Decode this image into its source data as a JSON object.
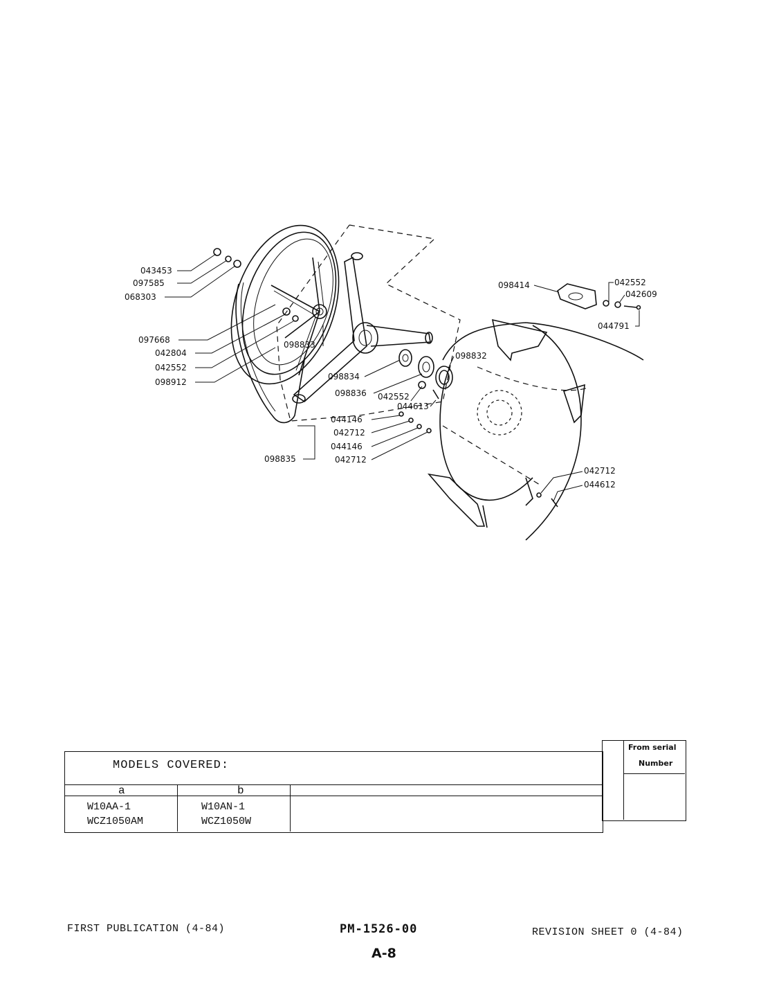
{
  "diagram": {
    "part_labels": {
      "p043453": "043453",
      "p097585": "097585",
      "p068303": "068303",
      "p097668": "097668",
      "p042804": "042804",
      "p042552a": "042552",
      "p098912": "098912",
      "p098833": "098833",
      "p098834": "098834",
      "p098836": "098836",
      "p042552b": "042552",
      "p044613": "044613",
      "p098832": "098832",
      "p044146a": "044146",
      "p042712a": "042712",
      "p044146b": "044146",
      "p042712b": "042712",
      "p098835": "098835",
      "p098414": "098414",
      "p042552c": "042552",
      "p042609": "042609",
      "p044791": "044791",
      "p042712c": "042712",
      "p044612": "044612"
    }
  },
  "models_table": {
    "title": "MODELS COVERED:",
    "serial_header_line1": "From serial",
    "serial_header_line2": "Number",
    "columns": [
      "a",
      "b"
    ],
    "col_a_models": [
      "W10AA-1",
      "WCZ1050AM"
    ],
    "col_b_models": [
      "W10AN-1",
      "WCZ1050W"
    ]
  },
  "footer": {
    "first_publication": "FIRST PUBLICATION (4-84)",
    "pm_number": "PM-1526-00",
    "revision": "REVISION SHEET 0 (4-84)",
    "page": "A-8"
  }
}
